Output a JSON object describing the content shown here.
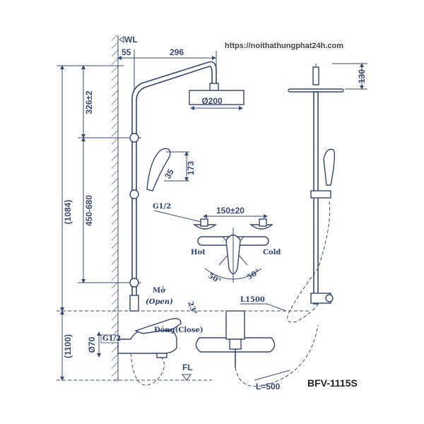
{
  "website_url": "https://noithathungphat24h.com",
  "model_code": "BFV-1115S",
  "dimensions": {
    "wl": "WL",
    "fl": "FL",
    "wall_offset": "55",
    "arm_reach": "296",
    "head_diameter": "Ø200",
    "total_height": "(1084)",
    "head_to_bar": "326±2",
    "bar_range": "450-680",
    "floor_height": "(1100)",
    "pipe_diameter": "Ø70",
    "thread_small": "G1/2",
    "hand_angle": "35",
    "hand_height": "173",
    "head_height": "130",
    "inlet_thread": "G1/2",
    "inlet_spacing": "150±20",
    "hot_label": "Hot",
    "cold_label": "Cold",
    "angle_left": "50°",
    "angle_right": "50°",
    "open_label_vi": "Mở",
    "open_label_en": "(Open)",
    "lever_angle": "23°",
    "close_label": "Đóng(Close)",
    "hose_length": "L1500",
    "short_hose_length": "L=500"
  }
}
